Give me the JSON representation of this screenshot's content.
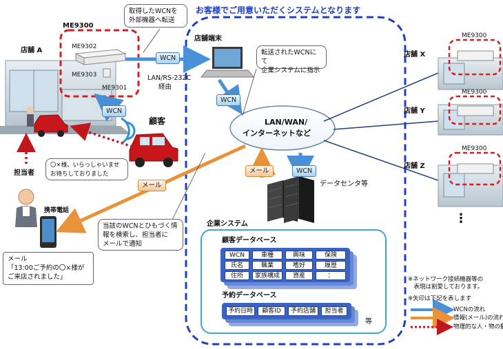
{
  "header": {
    "system_title": "お客様でご用意いただくシステムとなります"
  },
  "left": {
    "store_a": "店舗 A",
    "me9300": "ME9300",
    "me9302": "ME9302",
    "me9303": "ME9303",
    "me9301": "ME9301",
    "callout_transfer": [
      "取得したWCNを",
      "外部機器へ転送"
    ],
    "wcn_tag_top": "WCN",
    "link_label": [
      "LAN/RS-232C",
      "経由"
    ],
    "wcn_tag_car": "WCN",
    "customer": "顧客",
    "staff": "担当者",
    "staff_callout": [
      "〇×様、いらっしゃいませ",
      "お待ちしておりました"
    ],
    "mail_tag": "メール",
    "phone_label": "携帯電話",
    "mail_box": [
      "メール",
      "「13:00ご予約の〇×様が",
      "ご来店されました」"
    ],
    "search_callout": [
      "当該のWCNとひもづく情",
      "報を検索し、担当者に",
      "メールで通知"
    ]
  },
  "center": {
    "terminal_label": "店舗端末",
    "terminal_callout": [
      "転送されたWCNにて",
      "企業システムに指示"
    ],
    "wcn_tag_terminal": "WCN",
    "cloud": [
      "LAN/WAN/",
      "インターネットなど"
    ],
    "mail_tag_dc": "メール",
    "wcn_tag_dc": "WCN",
    "datacenter": "データセンタ等",
    "enterprise_system": "企業システム",
    "customer_db_title": "顧客データベース",
    "customer_db_cells": [
      [
        "WCN",
        "車種",
        "興味",
        "保険"
      ],
      [
        "氏名",
        "職業",
        "嗜好",
        "履歴"
      ],
      [
        "住所",
        "家族構成",
        "資産",
        "："
      ]
    ],
    "reservation_db_title": "予約データベース",
    "reservation_db_cells": [
      "予約日時",
      "顧客ID",
      "予約店舗",
      "担当者"
    ],
    "etc": "等"
  },
  "right": {
    "stores": [
      {
        "label": "店舗 X",
        "device": "ME9300"
      },
      {
        "label": "店舗 Y",
        "device": "ME9300"
      },
      {
        "label": "店舗 Z",
        "device": "ME9300"
      }
    ],
    "dots": "⋮"
  },
  "notes": {
    "note1": [
      "※ネットワーク接続機器等の",
      "　表現は割愛しております。"
    ],
    "note2": "※矢印は下記を表します",
    "legend": [
      {
        "label": "WCNの流れ",
        "color": "#4a90d9"
      },
      {
        "label": "情報(メール)の流れ",
        "color": "#e8923a"
      },
      {
        "label": "物理的な人・物の動き",
        "color": "#c0171c"
      }
    ]
  },
  "colors": {
    "dashed_blue": "#1f3fbf",
    "dashed_red": "#d42020",
    "wcn_arrow": "#4a90d9",
    "mail_arrow": "#e8923a",
    "physical_arrow": "#c0171c"
  }
}
